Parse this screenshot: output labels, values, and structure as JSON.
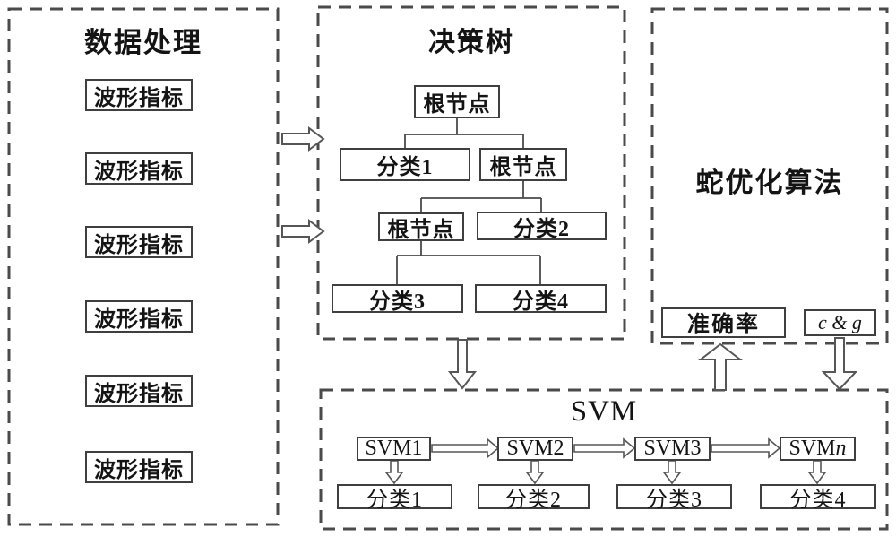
{
  "colors": {
    "line": "#4a4a4a",
    "box_border": "#3f3f3f",
    "text": "#141414",
    "background": "#ffffff"
  },
  "data_processing": {
    "title": "数据处理",
    "indicators": [
      "波形指标",
      "波形指标",
      "波形指标",
      "波形指标",
      "波形指标",
      "波形指标"
    ]
  },
  "decision_tree": {
    "title": "决策树",
    "root": "根节点",
    "level2": {
      "left": "分类1",
      "right": "根节点"
    },
    "level3": {
      "left": "根节点",
      "right": "分类2"
    },
    "level4": {
      "left": "分类3",
      "right": "分类4"
    }
  },
  "snake_optimizer": {
    "title": "蛇优化算法",
    "accuracy": "准确率",
    "parameters": "c & g"
  },
  "svm": {
    "title": "SVM",
    "chain": [
      {
        "base": "SVM",
        "index": "1"
      },
      {
        "base": "SVM",
        "index": "2"
      },
      {
        "base": "SVM",
        "index": "3"
      },
      {
        "base": "SVM",
        "index": "n"
      }
    ],
    "outputs": [
      "分类1",
      "分类2",
      "分类3",
      "分类4"
    ]
  }
}
